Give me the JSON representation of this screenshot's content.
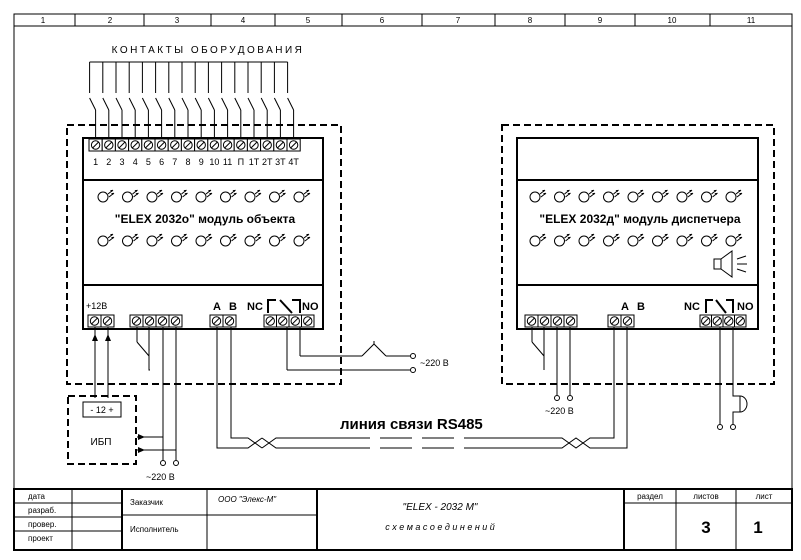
{
  "grid_columns": [
    "1",
    "2",
    "3",
    "4",
    "5",
    "6",
    "7",
    "8",
    "9",
    "10",
    "11"
  ],
  "contacts_title": "КОНТАКТЫ ОБОРУДОВАНИЯ",
  "object_module": {
    "title": "\"ELEX 2032о\" модуль объекта",
    "terminal_labels": [
      "1",
      "2",
      "3",
      "4",
      "5",
      "6",
      "7",
      "8",
      "9",
      "10",
      "11",
      "П",
      "1Т",
      "2Т",
      "3Т",
      "4Т"
    ],
    "power_label": "+12В",
    "a_label": "A",
    "b_label": "B",
    "nc_label": "NC",
    "no_label": "NO"
  },
  "dispatcher_module": {
    "title": "\"ELEX 2032д\" модуль диспетчера",
    "a_label": "A",
    "b_label": "B",
    "nc_label": "NC",
    "no_label": "NO"
  },
  "ups": {
    "voltage_label": "- 12 +",
    "name": "ИБП"
  },
  "voltage_labels": {
    "relay_220": "~220 В",
    "ups_220": "~220 В",
    "dispatcher_220": "~220 В"
  },
  "rs485_label": "линия связи RS485",
  "title_block": {
    "left_rows": [
      "дата",
      "разраб.",
      "провер.",
      "проект"
    ],
    "customer_label": "Заказчик",
    "customer_value": "ООО \"Элекс-М\"",
    "executor_label": "Исполнитель",
    "doc_title": "\"ELEX - 2032 М\"",
    "doc_subtitle": "с х е м а   с о е д и н е н и й",
    "section_label": "раздел",
    "sheets_label": "листов",
    "sheet_label": "лист",
    "sheets_value": "3",
    "sheet_value": "1"
  }
}
